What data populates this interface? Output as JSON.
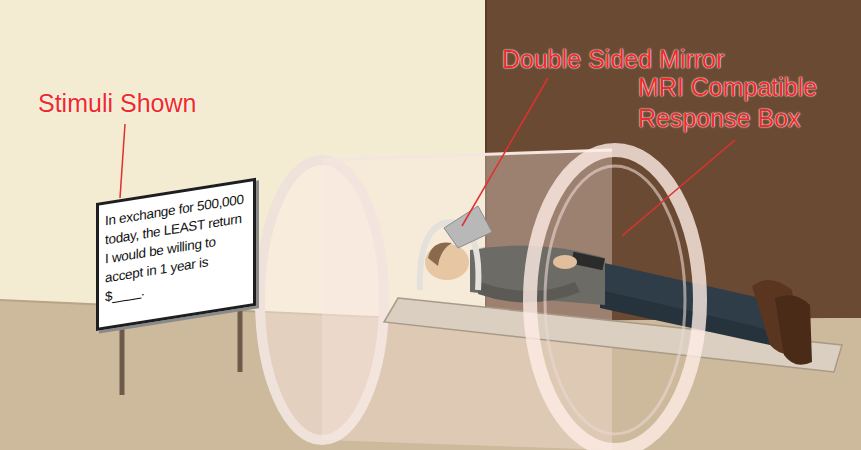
{
  "diagram": {
    "nodes": [
      {
        "text": [
          "In exchange for 500,000 today, the LEAST return I would be willing to accept in 1 year is $____."
        ]
      }
    ],
    "labels": [
      "Stimuli Shown",
      "Double Sided Mirror",
      "MRI Compatible Response Box"
    ]
  }
}
